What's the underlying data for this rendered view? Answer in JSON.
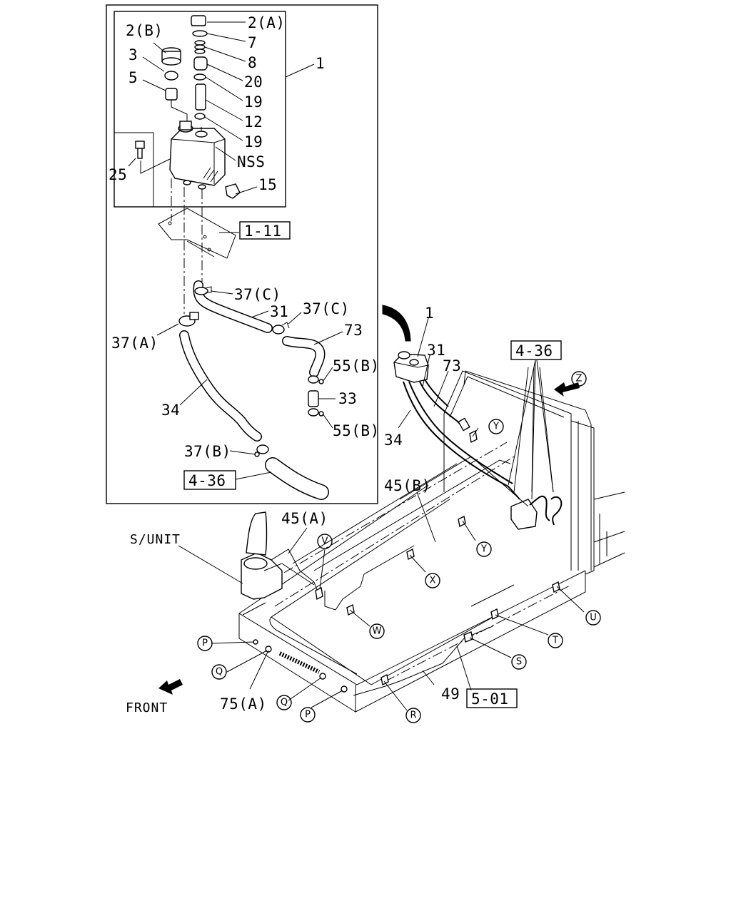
{
  "labels": {
    "l_2a": "2(A)",
    "l_2b": "2(B)",
    "l_7": "7",
    "l_8": "8",
    "l_3": "3",
    "l_20": "20",
    "l_5": "5",
    "l_19a": "19",
    "l_12": "12",
    "l_19b": "19",
    "l_1a": "1",
    "l_nss": "NSS",
    "l_25": "25",
    "l_15": "15",
    "l_37c1": "37(C)",
    "l_31a": "31",
    "l_37c2": "37(C)",
    "l_73a": "73",
    "l_37a": "37(A)",
    "l_55b1": "55(B)",
    "l_33": "33",
    "l_34a": "34",
    "l_55b2": "55(B)",
    "l_37b": "37(B)",
    "l_1b": "1",
    "l_31b": "31",
    "l_73b": "73",
    "l_34b": "34",
    "l_45b": "45(B)",
    "l_45a": "45(A)",
    "l_sunit": "S/UNIT",
    "l_75a": "75(A)",
    "l_49": "49",
    "l_front": "FRONT"
  },
  "refs": {
    "r_111": "1-11",
    "r_436a": "4-36",
    "r_436b": "4-36",
    "r_501": "5-01"
  },
  "callouts": {
    "c_z": "Z",
    "c_y1": "Y",
    "c_y2": "Y",
    "c_v": "V",
    "c_x": "X",
    "c_w": "W",
    "c_u": "U",
    "c_t": "T",
    "c_s": "S",
    "c_r": "R",
    "c_p1": "P",
    "c_q1": "Q",
    "c_q2": "Q",
    "c_p2": "P"
  },
  "icons": {
    "front_arrow": "arrow-icon",
    "view_arrow": "arrow-icon",
    "curved_arrow": "curved-arrow-icon"
  }
}
